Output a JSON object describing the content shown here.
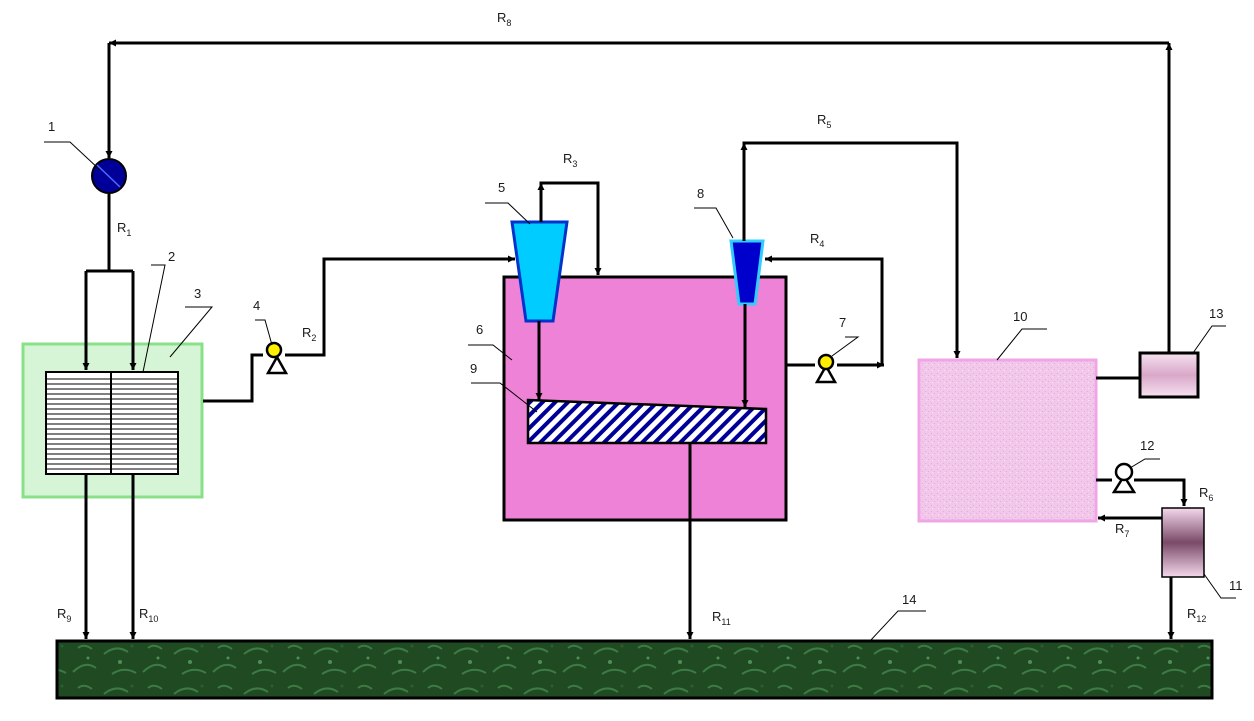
{
  "numbers": {
    "n1": "1",
    "n2": "2",
    "n3": "3",
    "n4": "4",
    "n5": "5",
    "n6": "6",
    "n7": "7",
    "n8": "8",
    "n9": "9",
    "n10": "10",
    "n11": "11",
    "n12": "12",
    "n13": "13",
    "n14": "14"
  },
  "streams": {
    "r1": {
      "l": "R",
      "s": "1"
    },
    "r2": {
      "l": "R",
      "s": "2"
    },
    "r3": {
      "l": "R",
      "s": "3"
    },
    "r4": {
      "l": "R",
      "s": "4"
    },
    "r5": {
      "l": "R",
      "s": "5"
    },
    "r6": {
      "l": "R",
      "s": "6"
    },
    "r7": {
      "l": "R",
      "s": "7"
    },
    "r8": {
      "l": "R",
      "s": "8"
    },
    "r9": {
      "l": "R",
      "s": "9"
    },
    "r10": {
      "l": "R",
      "s": "10"
    },
    "r11": {
      "l": "R",
      "s": "11"
    },
    "r12": {
      "l": "R",
      "s": "12"
    }
  },
  "colors": {
    "unit3_fill": "#d6f5d6",
    "unit3_border": "#88e088",
    "tank6_fill": "#ee82d6",
    "cyclone5_fill": "#00ccff",
    "cyclone8_fill": "#0000cc",
    "unit10_fill": "#f2c8ea",
    "unit10_border": "#f0a6e6",
    "pump_fill": "#ffee00",
    "valve1_fill": "#000099",
    "screen9_hatch": "#000099",
    "ground14_fill": "#1f4a22"
  }
}
